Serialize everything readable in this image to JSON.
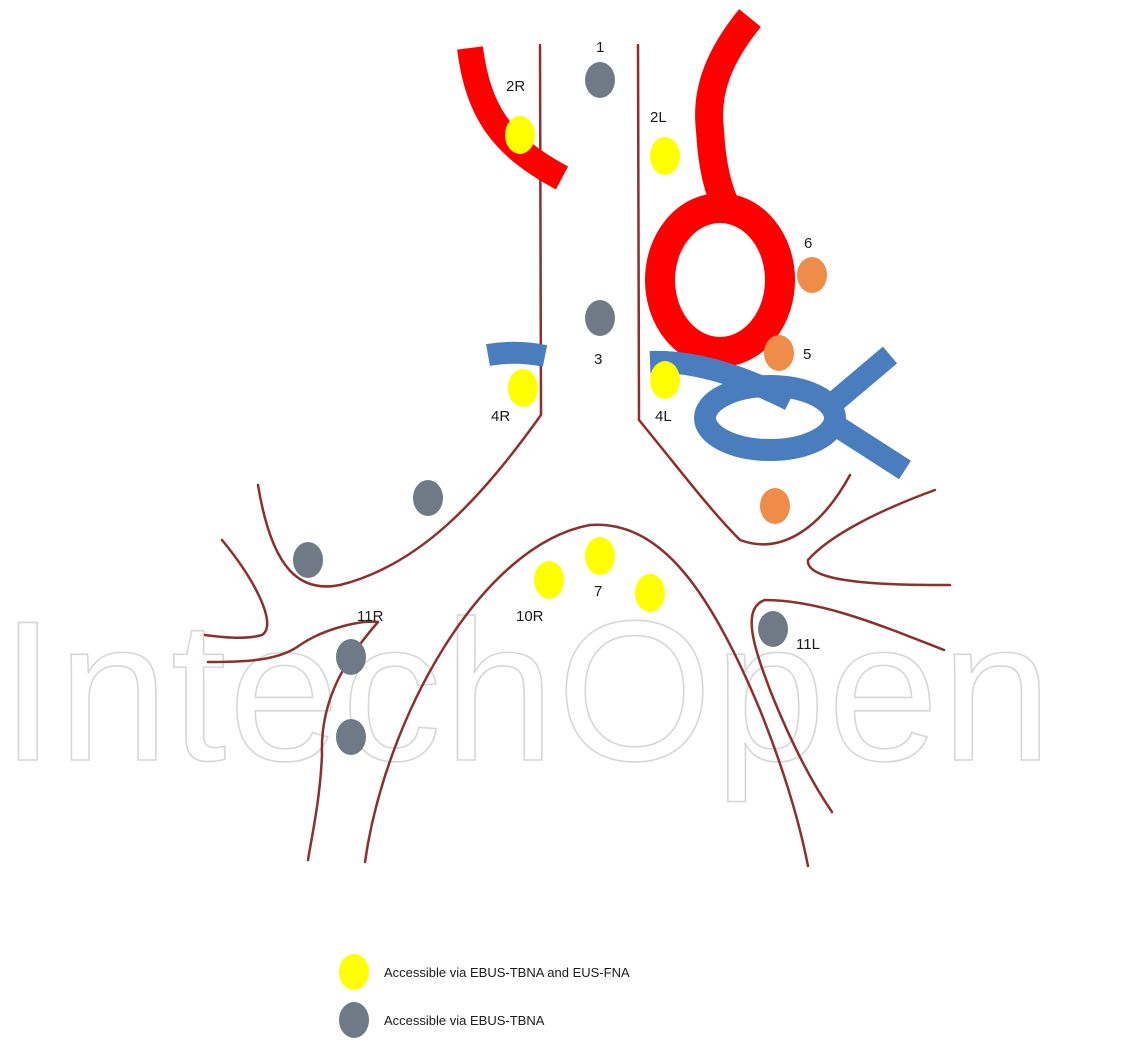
{
  "diagram": {
    "watermark": "IntechOpen",
    "colors": {
      "airway": "#8b2f2f",
      "artery": "#ff0000",
      "vein": "#4a7dbe",
      "yellow_node": "#ffff00",
      "gray_node": "#6f7a86",
      "orange_node": "#ef8c4a"
    },
    "stations": {
      "s1": "1",
      "s2R": "2R",
      "s2L": "2L",
      "s3": "3",
      "s4R": "4R",
      "s4L": "4L",
      "s5": "5",
      "s6": "6",
      "s7": "7",
      "s10R": "10R",
      "s11R": "11R",
      "s11L": "11L"
    },
    "legend": [
      {
        "color_key": "yellow",
        "label": "Accessible via EBUS-TBNA and EUS-FNA"
      },
      {
        "color_key": "gray",
        "label": "Accessible via EBUS-TBNA"
      }
    ]
  }
}
